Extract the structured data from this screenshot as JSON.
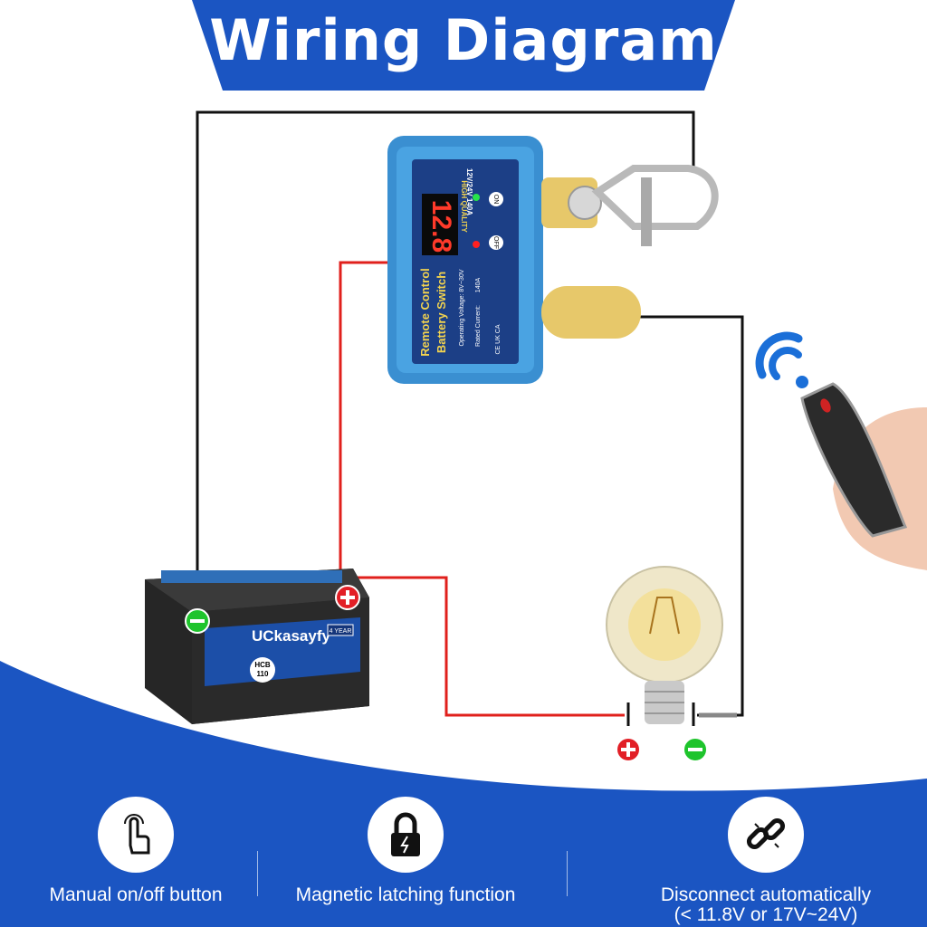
{
  "header": {
    "title": "Wiring Diagram"
  },
  "device": {
    "display": "12.8",
    "line1": "Remote Control",
    "line2": "Battery Switch",
    "spec1": "Operating Voltage: 8V~30V",
    "spec2": "Rated Current:",
    "spec2_value": "140A",
    "side_label": "12V/24V 140A",
    "quality": "HIGH QUALITY",
    "on_label": "ON",
    "off_label": "OFF",
    "marks": "CE UK CA"
  },
  "battery": {
    "brand": "UCkasayfy",
    "badge": "4 YEAR",
    "model_top": "HCB",
    "model_bottom": "110"
  },
  "terminals": {
    "plus": "+",
    "minus": "−"
  },
  "colors": {
    "blue": "#1b55c2",
    "red": "#e21f26",
    "green": "#1ec42c",
    "wire": "#111111",
    "red_wire": "#e0201c"
  },
  "features": [
    {
      "icon": "touch-hand-icon",
      "label": "Manual on/off button"
    },
    {
      "icon": "lock-icon",
      "label": "Magnetic latching function"
    },
    {
      "icon": "broken-link-icon",
      "label": "Disconnect automatically",
      "sub": "(< 11.8V or 17V~24V)"
    }
  ]
}
